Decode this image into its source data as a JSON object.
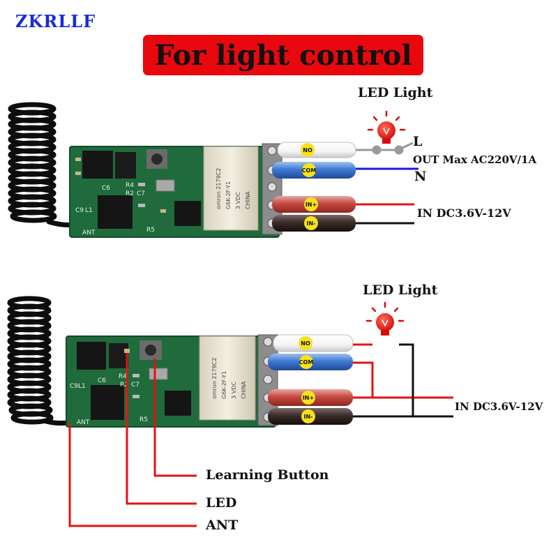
{
  "brand": "ZKRLLF",
  "title": "For light control",
  "colors": {
    "title_bg": "#e8080e",
    "brand": "#1a2bd9",
    "wire_red": "#e81010",
    "wire_blue": "#1a1ad9",
    "wire_black": "#111111",
    "pcb": "#1f6b3c",
    "tag_yellow": "#f7e21a"
  },
  "top": {
    "led_label": "LED Light",
    "l_label": "L",
    "out_label": "OUT Max AC220V/1A",
    "n_label": "N",
    "in_label": "IN DC3.6V-12V",
    "wires": [
      {
        "tag": "NO",
        "color": "white"
      },
      {
        "tag": "COM",
        "color": "blue"
      },
      {
        "tag": "IN+",
        "color": "red"
      },
      {
        "tag": "IN-",
        "color": "black"
      }
    ]
  },
  "bottom": {
    "led_label": "LED Light",
    "in_label": "IN DC3.6V-12V",
    "wires": [
      {
        "tag": "NO",
        "color": "white"
      },
      {
        "tag": "COM",
        "color": "blue"
      },
      {
        "tag": "IN+",
        "color": "red"
      },
      {
        "tag": "IN-",
        "color": "black"
      }
    ],
    "callouts": {
      "learning_button": "Learning Button",
      "led": "LED",
      "ant": "ANT"
    }
  },
  "board_marks": {
    "relay_brand": "omron",
    "relay_code": "2179C2",
    "relay_model": "G6K-2F-Y1",
    "relay_voltage": "3",
    "relay_unit": "VDC",
    "relay_origin": "CHINA",
    "silk": [
      "C6",
      "R4",
      "R2",
      "C7",
      "C9",
      "L1",
      "R5",
      "ANT"
    ]
  },
  "icons": [
    "antenna-coil-icon",
    "lightbulb-icon",
    "switch-icon"
  ]
}
